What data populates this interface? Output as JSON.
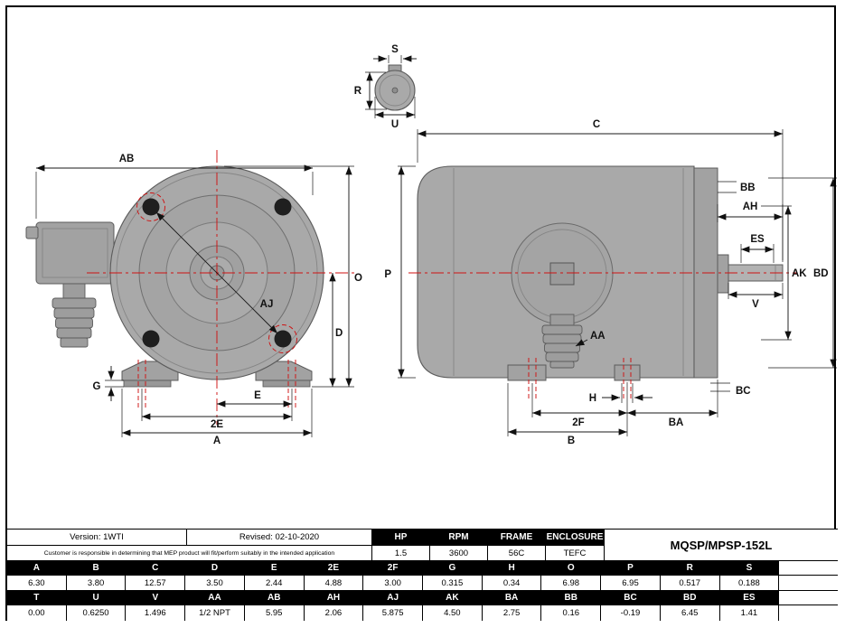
{
  "drawing": {
    "labels": {
      "AB": "AB",
      "O": "O",
      "D": "D",
      "G": "G",
      "E": "E",
      "2E": "2E",
      "A": "A",
      "AJ": "AJ",
      "C": "C",
      "P": "P",
      "BB": "BB",
      "AH": "AH",
      "ES": "ES",
      "AK": "AK",
      "BD": "BD",
      "V": "V",
      "AA": "AA",
      "H": "H",
      "BC": "BC",
      "BA": "BA",
      "2F": "2F",
      "B": "B",
      "S": "S",
      "R": "R",
      "U": "U"
    }
  },
  "title_block": {
    "version": "Version: 1WTI",
    "revised": "Revised: 02-10-2020",
    "disclaimer": "Customer is responsible in determining that MEP product will fit/perform suitably in the intended application",
    "specs": {
      "headers": [
        "HP",
        "RPM",
        "FRAME",
        "ENCLOSURE"
      ],
      "values": [
        "1.5",
        "3600",
        "56C",
        "TEFC"
      ]
    },
    "model": "MQSP/MPSP-152L"
  },
  "dim_table": {
    "row1_headers": [
      "A",
      "B",
      "C",
      "D",
      "E",
      "2E",
      "2F",
      "G",
      "H",
      "O",
      "P",
      "R",
      "S",
      ""
    ],
    "row1_values": [
      "6.30",
      "3.80",
      "12.57",
      "3.50",
      "2.44",
      "4.88",
      "3.00",
      "0.315",
      "0.34",
      "6.98",
      "6.95",
      "0.517",
      "0.188",
      ""
    ],
    "row2_headers": [
      "T",
      "U",
      "V",
      "AA",
      "AB",
      "AH",
      "AJ",
      "AK",
      "BA",
      "BB",
      "BC",
      "BD",
      "ES",
      ""
    ],
    "row2_values": [
      "0.00",
      "0.6250",
      "1.496",
      "1/2 NPT",
      "5.95",
      "2.06",
      "5.875",
      "4.50",
      "2.75",
      "0.16",
      "-0.19",
      "6.45",
      "1.41",
      ""
    ]
  }
}
